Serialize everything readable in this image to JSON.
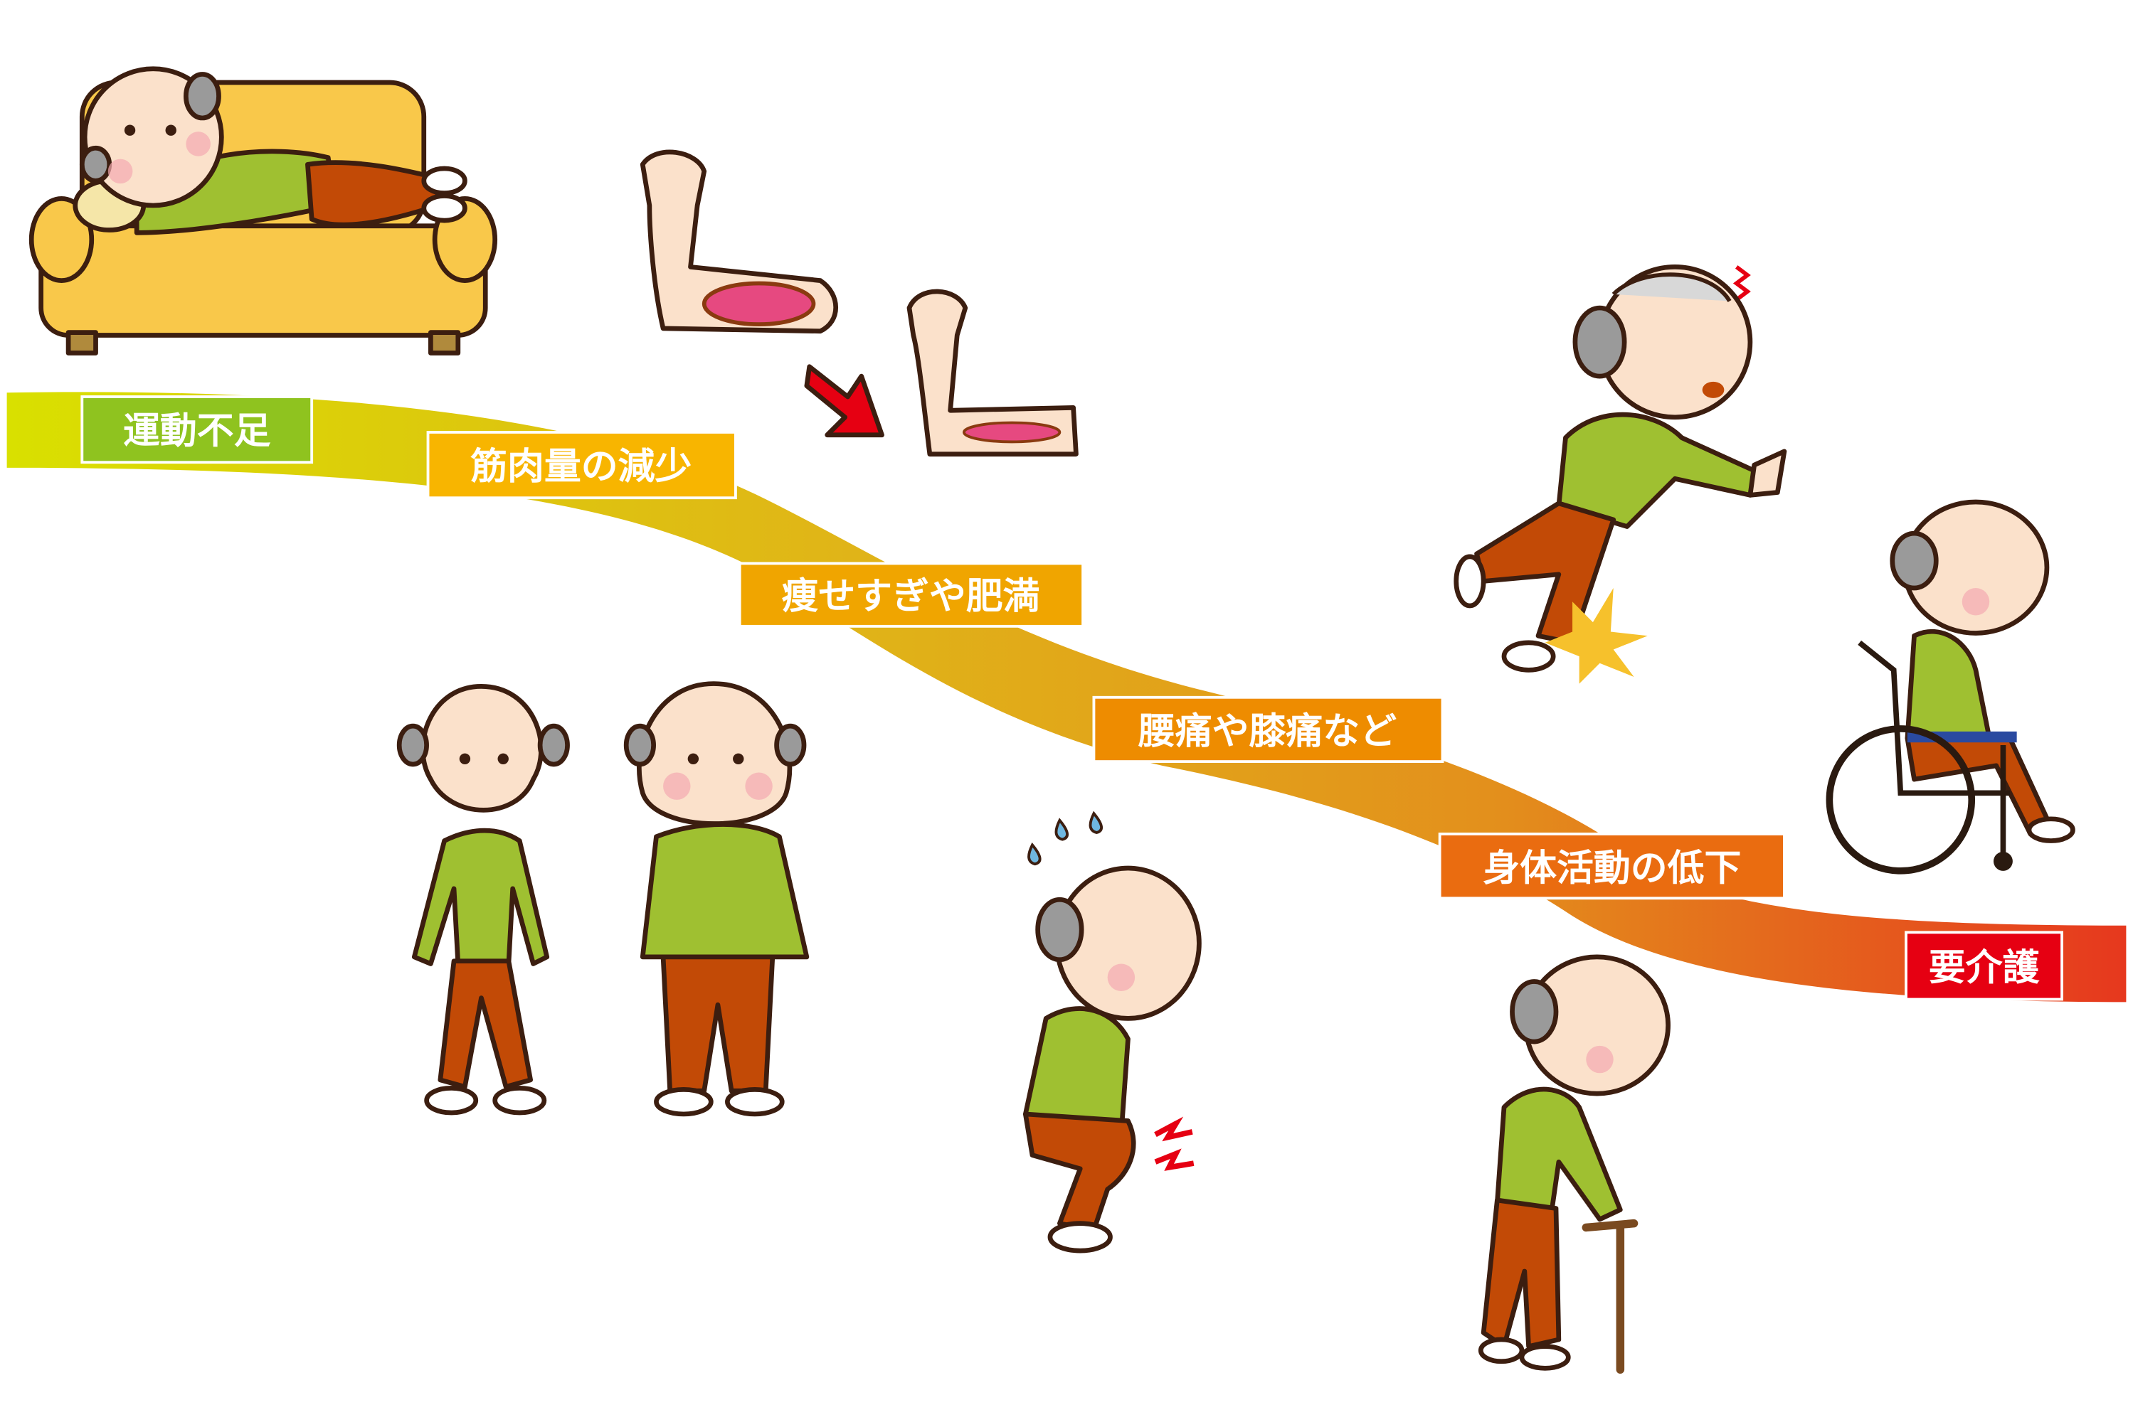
{
  "steps": [
    {
      "label": "運動不足",
      "color": "#8fc31f"
    },
    {
      "label": "筋肉量の減少",
      "color": "#f8b500"
    },
    {
      "label": "痩せすぎや肥満",
      "color": "#f0a500"
    },
    {
      "label": "腰痛や膝痛など",
      "color": "#ee8c00"
    },
    {
      "label": "身体活動の低下",
      "color": "#ea6c10"
    },
    {
      "label": "要介護",
      "color": "#e60012"
    }
  ],
  "band_colors": [
    "#d9e000",
    "#e0b418",
    "#e3901c",
    "#e6381e"
  ]
}
